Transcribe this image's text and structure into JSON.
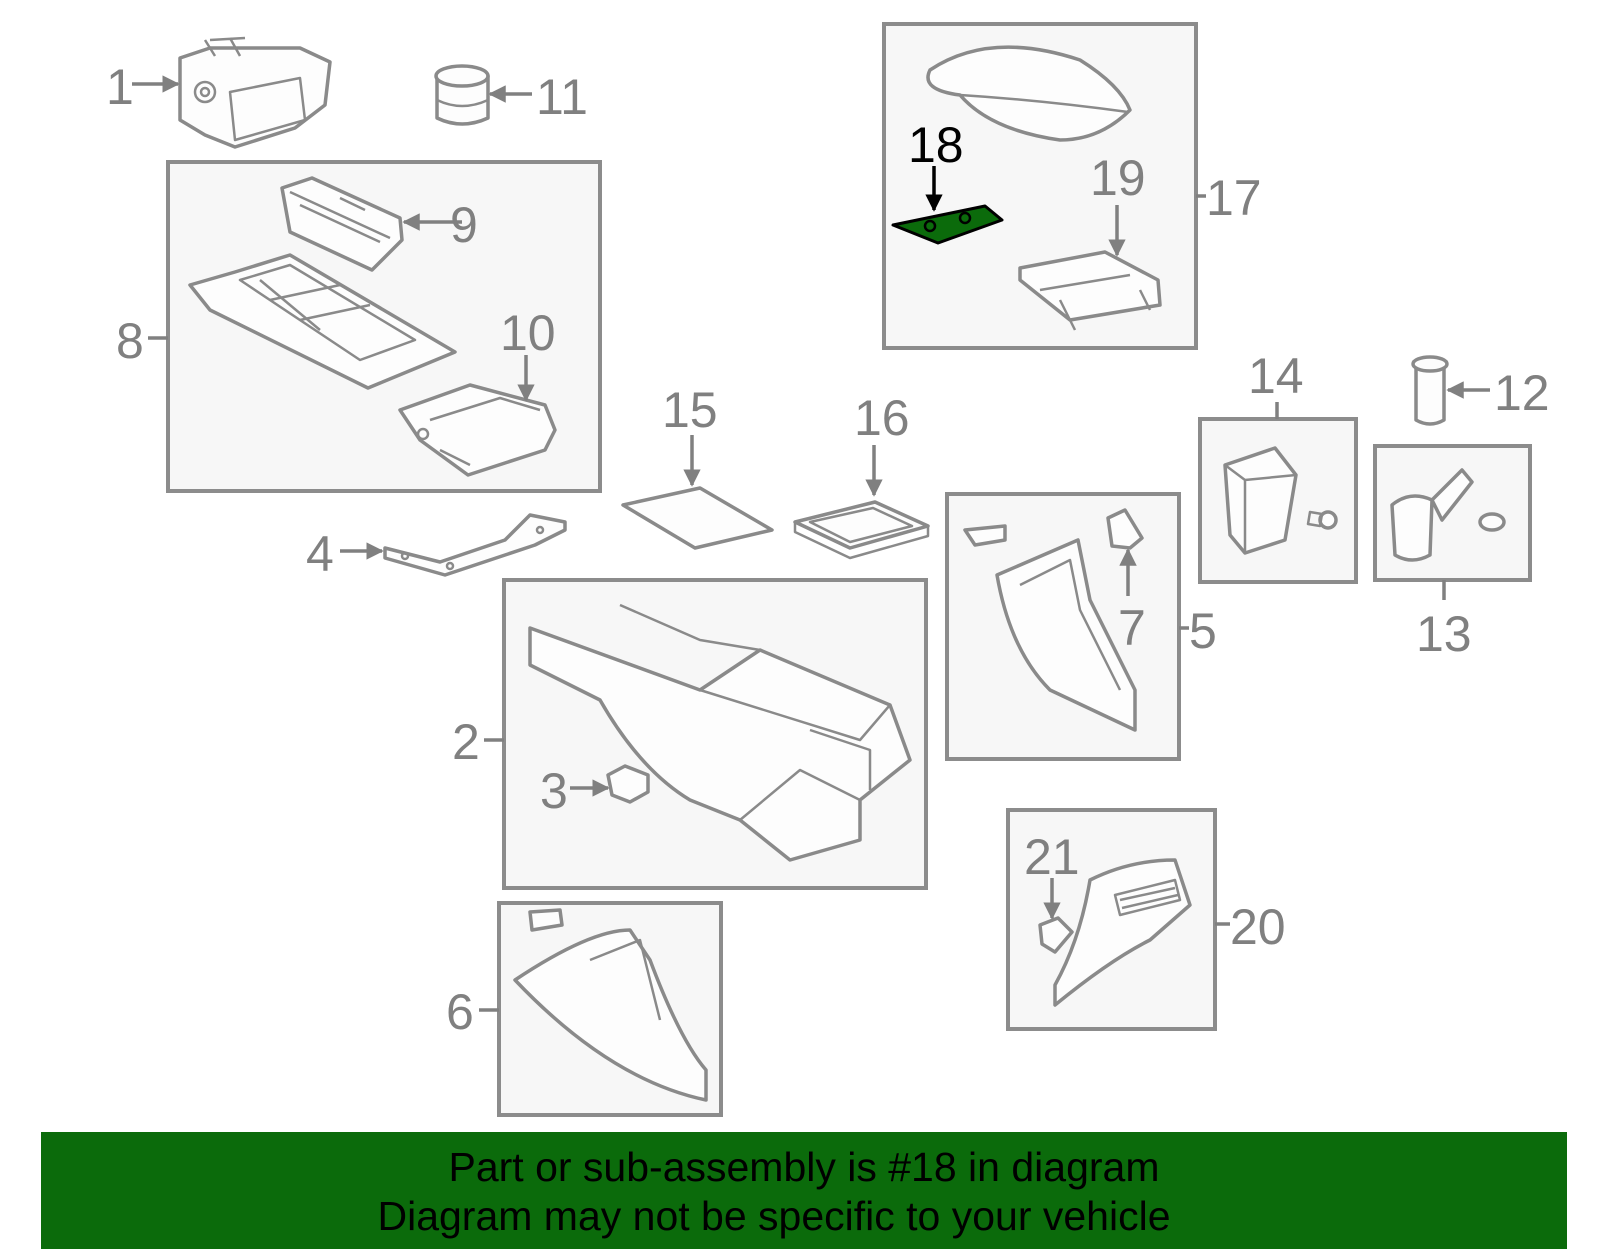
{
  "diagram": {
    "highlight_color": "#0b6b0b",
    "callouts": {
      "p1": "1",
      "p2": "2",
      "p3": "3",
      "p4": "4",
      "p5": "5",
      "p6": "6",
      "p7": "7",
      "p8": "8",
      "p9": "9",
      "p10": "10",
      "p11": "11",
      "p12": "12",
      "p13": "13",
      "p14": "14",
      "p15": "15",
      "p16": "16",
      "p17": "17",
      "p18": "18",
      "p19": "19",
      "p20": "20",
      "p21": "21"
    }
  },
  "banner": {
    "line1": "Part or sub-assembly is #18 in diagram",
    "line2": "Diagram may not be specific to your vehicle",
    "background": "#0b6b0b"
  }
}
